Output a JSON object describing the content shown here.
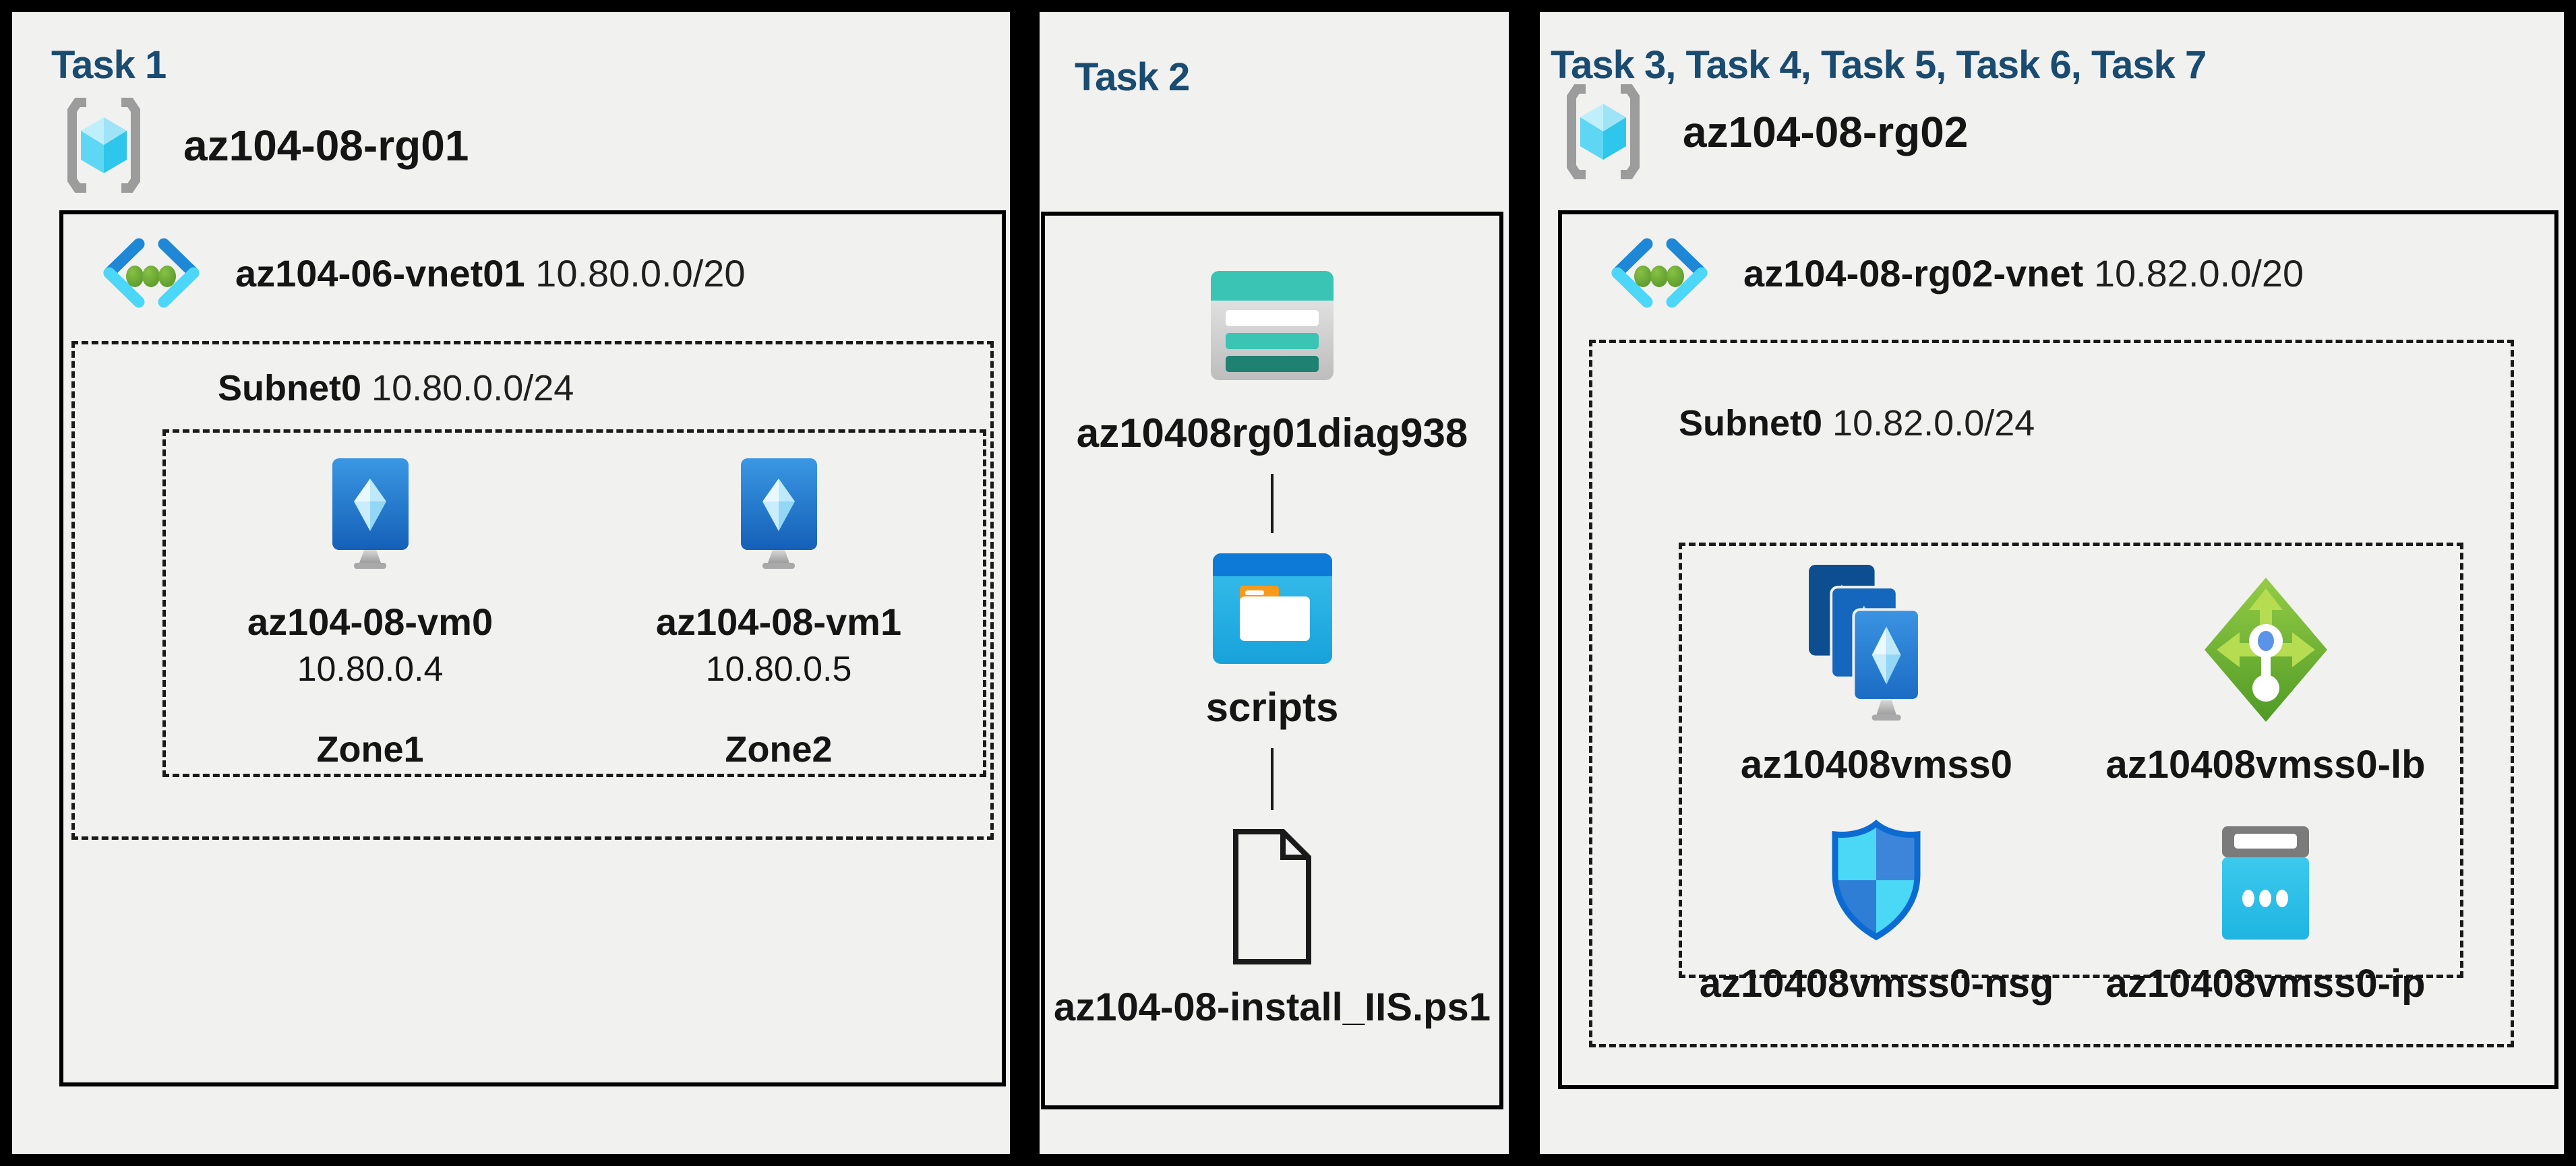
{
  "colors": {
    "page_background": "#000000",
    "panel_background": "#f1f1ef",
    "task_title": "#1A4B70",
    "text": "#151515",
    "border": "#000000"
  },
  "icons": {
    "resource-group": "gray-brackets-cyan-cube",
    "virtual-network": "blue-cyan-chevrons-green-dots",
    "virtual-machine": "blue-monitor-crystal",
    "vm-scale-set": "three-stacked-blue-monitors",
    "load-balancer": "green-diamond-white-keyhole-arrows",
    "network-security-group": "blue-quadrant-shield",
    "public-ip": "cyan-panel-white-dots",
    "storage-account": "teal-table-rows",
    "blob-container": "blue-window-folder",
    "script-file": "document-outline-folded-corner"
  },
  "panels": [
    {
      "title": "Task 1",
      "resource_group": {
        "name": "az104-08-rg01"
      },
      "vnet": {
        "name": "az104-06-vnet01",
        "cidr": "10.80.0.0/20"
      },
      "subnet": {
        "name": "Subnet0",
        "cidr": "10.80.0.0/24"
      },
      "vms": [
        {
          "name": "az104-08-vm0",
          "ip": "10.80.0.4",
          "zone": "Zone1"
        },
        {
          "name": "az104-08-vm1",
          "ip": "10.80.0.5",
          "zone": "Zone2"
        }
      ]
    },
    {
      "title": "Task 2",
      "storage_account": {
        "name": "az10408rg01diag938"
      },
      "container": {
        "name": "scripts"
      },
      "file": {
        "name": "az104-08-install_IIS.ps1"
      }
    },
    {
      "title": "Task 3, Task 4, Task 5, Task 6, Task 7",
      "resource_group": {
        "name": "az104-08-rg02"
      },
      "vnet": {
        "name": "az104-08-rg02-vnet",
        "cidr": "10.82.0.0/20"
      },
      "subnet": {
        "name": "Subnet0",
        "cidr": "10.82.0.0/24"
      },
      "resources": [
        {
          "name": "az10408vmss0",
          "type": "vm-scale-set"
        },
        {
          "name": "az10408vmss0-lb",
          "type": "load-balancer"
        },
        {
          "name": "az10408vmss0-nsg",
          "type": "network-security-group"
        },
        {
          "name": "az10408vmss0-ip",
          "type": "public-ip"
        }
      ]
    }
  ]
}
